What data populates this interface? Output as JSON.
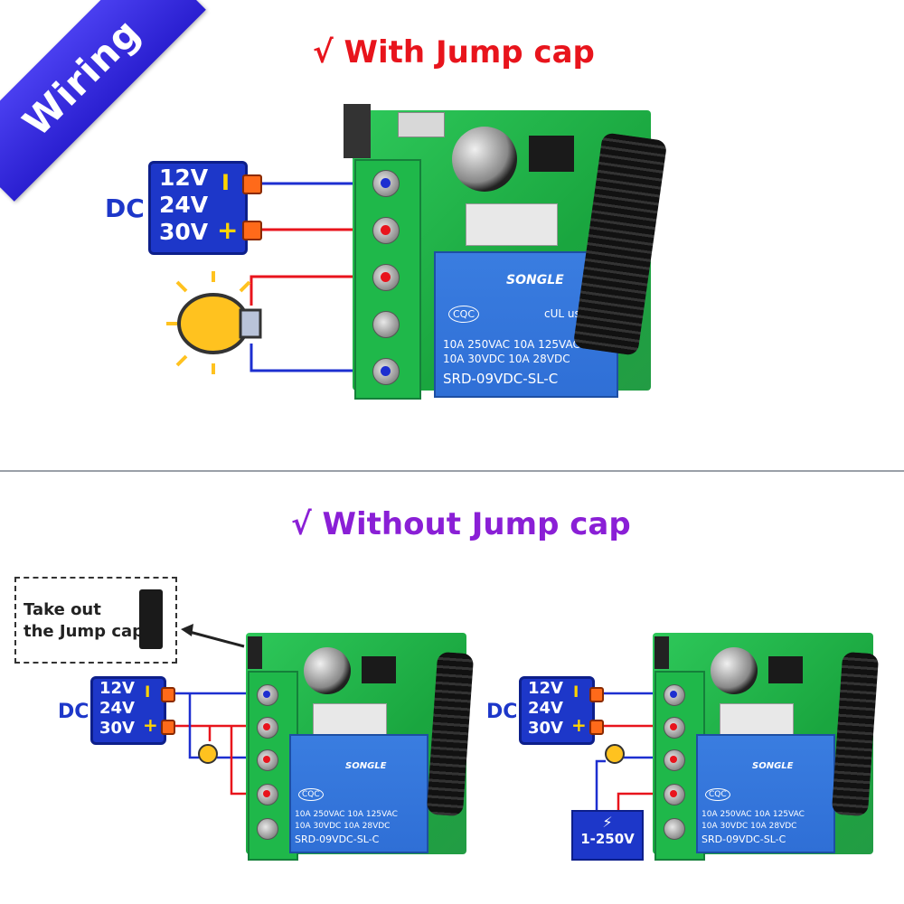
{
  "banner": {
    "label": "Wiring"
  },
  "top": {
    "title": "√ With Jump cap",
    "title_color": "#e8141c",
    "dc_label": "DC",
    "voltages": [
      "12V",
      "24V",
      "30V"
    ],
    "minus_symbol": "I",
    "plus_symbol": "+",
    "relay": {
      "brand": "SONGLE",
      "cert": "CQC",
      "ul_mark": "cUL us",
      "ratings": [
        "10A 250VAC  10A 125VAC",
        "10A  30VDC  10A  28VDC"
      ],
      "model": "SRD-09VDC-SL-C"
    }
  },
  "bottom": {
    "title": "√ Without Jump cap",
    "title_color": "#8a1fd6",
    "jump_note_line1": "Take out",
    "jump_note_line2": "the Jump cap",
    "left": {
      "dc_label": "DC",
      "voltages": [
        "12V",
        "24V",
        "30V"
      ],
      "minus_symbol": "I",
      "plus_symbol": "+",
      "relay": {
        "brand": "SONGLE",
        "cert": "CQC",
        "ratings": [
          "10A 250VAC  10A 125VAC",
          "10A  30VDC  10A  28VDC"
        ],
        "model": "SRD-09VDC-SL-C"
      }
    },
    "right": {
      "dc_label": "DC",
      "voltages": [
        "12V",
        "24V",
        "30V"
      ],
      "minus_symbol": "I",
      "plus_symbol": "+",
      "psu_label": "1-250V",
      "relay": {
        "brand": "SONGLE",
        "cert": "CQC",
        "ratings": [
          "10A 250VAC  10A 125VAC",
          "10A  30VDC  10A  28VDC"
        ],
        "model": "SRD-09VDC-SL-C"
      }
    }
  },
  "colors": {
    "wire_negative": "#1d2fd0",
    "wire_positive": "#e8141c",
    "pcb": "#22b24c",
    "relay": "#2f6fd6",
    "battery": "#1d37c9"
  }
}
